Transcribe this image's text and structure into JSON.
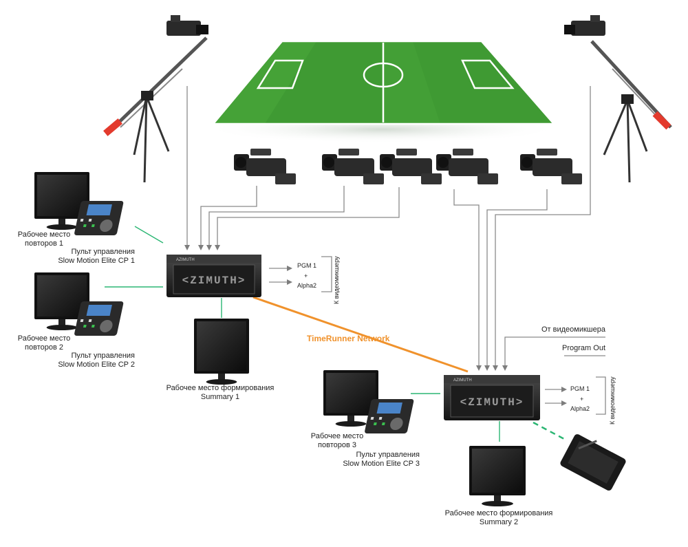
{
  "network_label": "TimeRunner Network",
  "server1": {
    "brand": "AZIMUTH",
    "out1": "PGM 1",
    "plus": "+",
    "out2": "Alpha2",
    "side_label": "К видеомикшеру"
  },
  "server2": {
    "brand": "AZIMUTH",
    "out1": "PGM 1",
    "plus": "+",
    "out2": "Alpha2",
    "side_label": "К видеомикшеру",
    "in_label1": "От видеомикшера",
    "in_label2": "Program Out"
  },
  "stations": {
    "replay1": [
      "Рабочее место",
      "повторов 1"
    ],
    "panel1": [
      "Пульт управления",
      "Slow Motion Elite CP 1"
    ],
    "replay2": [
      "Рабочее место",
      "повторов 2"
    ],
    "panel2": [
      "Пульт управления",
      "Slow Motion Elite CP 2"
    ],
    "summary1": [
      "Рабочее место формирования",
      "Summary 1"
    ],
    "replay3": [
      "Рабочее место",
      "повторов 3"
    ],
    "panel3": [
      "Пульт управления",
      "Slow Motion Elite CP 3"
    ],
    "summary2": [
      "Рабочее место формирования",
      "Summary 2"
    ]
  },
  "colors": {
    "field_green": "#3f9a33",
    "network_orange": "#f0922c",
    "link_green": "#2bb673",
    "arrow_gray": "#8a8a8a"
  }
}
